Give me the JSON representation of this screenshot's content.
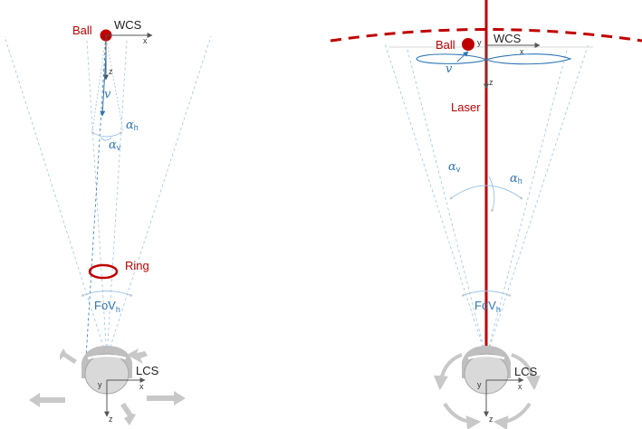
{
  "left_panel": {
    "ball_label": "Ball",
    "wcs_label": "WCS",
    "wcs_x": "x",
    "wcs_z": "z",
    "velocity": "v",
    "alpha": "α",
    "alpha_h_sub": "h",
    "alpha_v_sub": "v",
    "ring_label": "Ring",
    "fov_label": "FoV",
    "fov_sub": "h",
    "lcs_label": "LCS",
    "lcs_x": "x",
    "lcs_y": "y",
    "lcs_z": "z"
  },
  "right_panel": {
    "ball_label": "Ball",
    "wcs_label": "WCS",
    "wcs_x": "x",
    "wcs_y": "y",
    "wcs_z": "z",
    "velocity": "v",
    "laser_label": "Laser",
    "alpha": "α",
    "alpha_v_sub": "v",
    "alpha_h_sub": "h",
    "fov_label": "FoV",
    "fov_sub": "h",
    "lcs_label": "LCS",
    "lcs_x": "x",
    "lcs_y": "y",
    "lcs_z": "z"
  },
  "colors": {
    "red": "#c00000",
    "blue": "#2e75b6",
    "gray": "#bfbfbf",
    "dark": "#222222"
  }
}
